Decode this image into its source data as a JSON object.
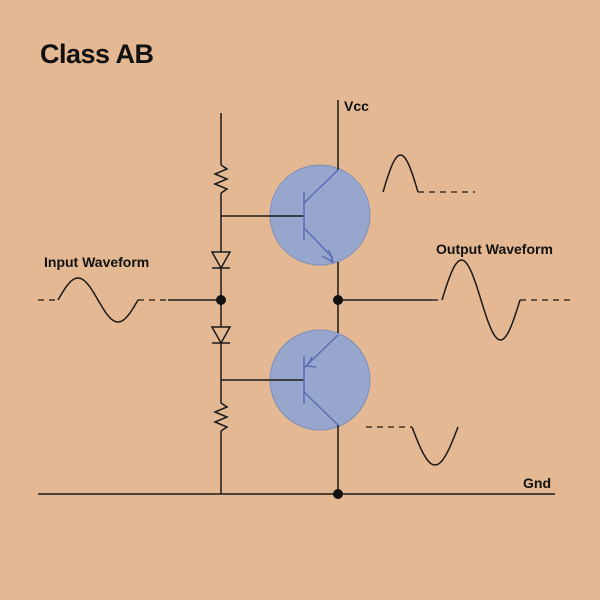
{
  "title": "Class AB",
  "labels": {
    "vcc": "Vcc",
    "gnd": "Gnd",
    "input_waveform": "Input Waveform",
    "output_waveform": "Output Waveform"
  },
  "colors": {
    "background": "#e3b892",
    "transistor_fill": "#97a6cd",
    "transistor_lines": "#5a6cb3",
    "wire": "#1a1a1a"
  },
  "components": [
    "resistor",
    "diode",
    "npn-transistor",
    "diode",
    "pnp-transistor",
    "resistor"
  ]
}
